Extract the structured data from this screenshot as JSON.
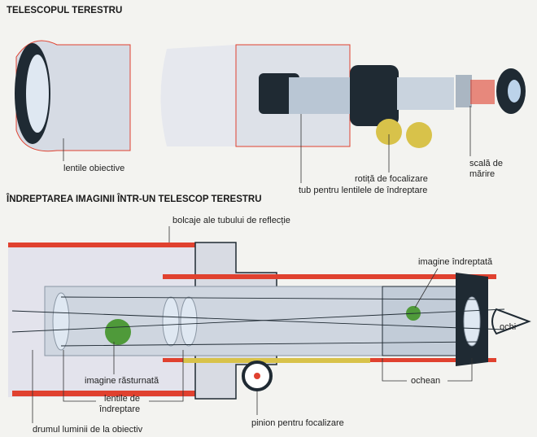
{
  "section1": {
    "title": "TELESCOPUL TERESTRU",
    "labels": {
      "objective_lenses": "lentile obiective",
      "focus_wheel": "rotiță de focalizare",
      "magnification_scale_line1": "scală de",
      "magnification_scale_line2": "mărire",
      "erecting_lens_tube": "tub pentru lentilele de îndreptare"
    }
  },
  "section2": {
    "title": "ÎNDREPTAREA IMAGINII ÎNTR-UN TELESCOP TERESTRU",
    "labels": {
      "baffles": "bolcaje ale tubului de reflecție",
      "erect_image": "imagine îndreptată",
      "eye": "ochi",
      "inverted_image": "imagine răsturnată",
      "erecting_lenses_line1": "lentile de",
      "erecting_lenses_line2": "îndreptare",
      "eyepiece": "ochean",
      "focus_pinion": "pinion pentru focalizare",
      "light_path": "drumul luminii de la obiectiv"
    }
  },
  "colors": {
    "tube_red": "#e0412f",
    "metal": "#c9d3de",
    "dark": "#1f2a33",
    "lens": "#dfe8f2",
    "brass": "#d8c24a",
    "plant": "#4f9a3a"
  }
}
